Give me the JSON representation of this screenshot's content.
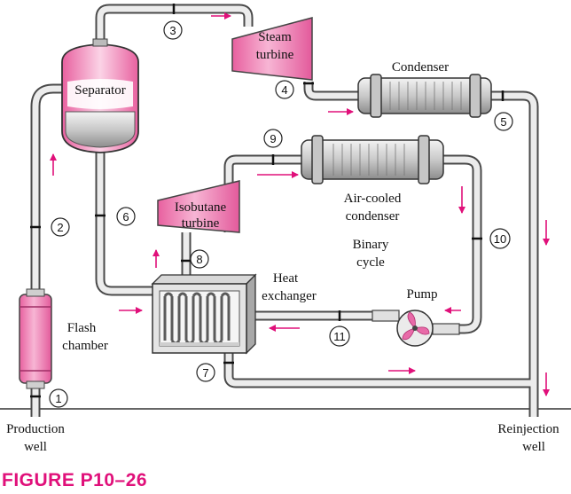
{
  "figure_label": "FIGURE P10–26",
  "colors": {
    "accent": "#e0107a",
    "pink_component": "#f09ac4",
    "pink_dark": "#c8408a",
    "pipe_fill": "#e7e7e7",
    "pipe_stroke": "#444444",
    "metal": "#d6d6d6",
    "liquid": "#9a9a9a"
  },
  "components": {
    "separator": "Separator",
    "steam_turbine": [
      "Steam",
      "turbine"
    ],
    "condenser": "Condenser",
    "isobutane_turbine": [
      "Isobutane",
      "turbine"
    ],
    "air_cooled_condenser": [
      "Air-cooled",
      "condenser"
    ],
    "binary_cycle": [
      "Binary",
      "cycle"
    ],
    "heat_exchanger": [
      "Heat",
      "exchanger"
    ],
    "pump": "Pump",
    "flash_chamber": [
      "Flash",
      "chamber"
    ],
    "production_well": [
      "Production",
      "well"
    ],
    "reinjection_well": [
      "Reinjection",
      "well"
    ]
  },
  "states": [
    "1",
    "2",
    "3",
    "4",
    "5",
    "6",
    "7",
    "8",
    "9",
    "10",
    "11"
  ]
}
